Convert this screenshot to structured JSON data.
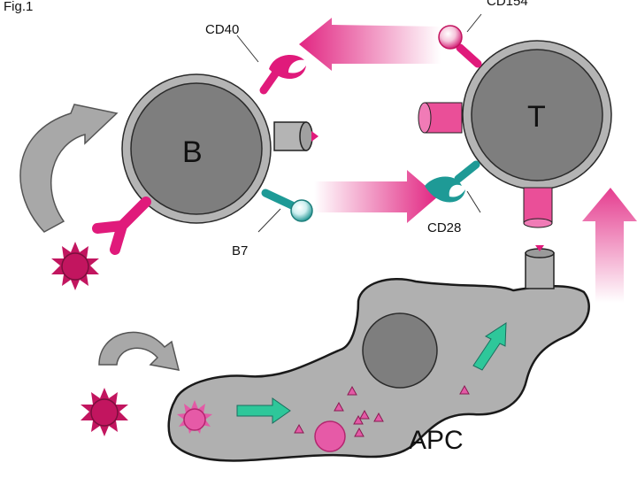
{
  "figure_label": "Fig.1",
  "cells": {
    "b_cell": "B",
    "t_cell": "T",
    "apc": "APC"
  },
  "molecules": {
    "cd40": "CD40",
    "cd154": "CD154",
    "b7": "B7",
    "cd28": "CD28"
  },
  "colors": {
    "cell_fill": "#7e7e7e",
    "membrane": "#b4b4b4",
    "apc_fill": "#b0b0b0",
    "magenta": "#e01a7b",
    "dark_magenta": "#c2155f",
    "teal": "#1e9a96",
    "green_arrow": "#2ec79a",
    "pink": "#e35aa6",
    "gray_arrow": "#a8a8a8"
  }
}
